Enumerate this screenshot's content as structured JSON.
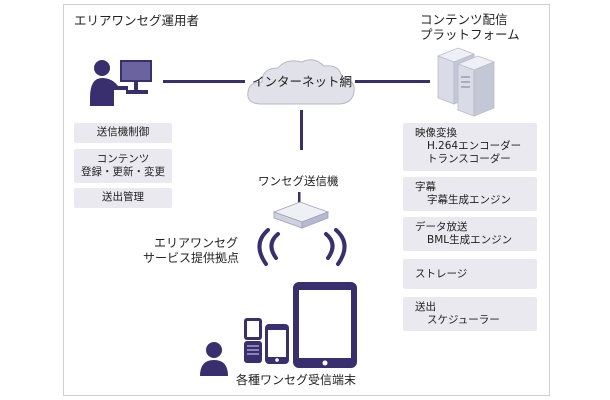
{
  "operator": {
    "title": "エリアワンセグ運用者"
  },
  "platform": {
    "title_line1": "コンテンツ配信",
    "title_line2": "プラットフォーム"
  },
  "network": {
    "label": "インターネット網"
  },
  "operator_functions": [
    {
      "lines": [
        "送信機制御"
      ]
    },
    {
      "lines": [
        "コンテンツ",
        "登録・更新・変更"
      ]
    },
    {
      "lines": [
        "送出管理"
      ]
    }
  ],
  "platform_functions": [
    {
      "lines": [
        "映像変換",
        "H.264エンコーダー",
        "トランスコーダー"
      ]
    },
    {
      "lines": [
        "字幕",
        "字幕生成エンジン"
      ]
    },
    {
      "lines": [
        "データ放送",
        "BML生成エンジン"
      ]
    },
    {
      "lines": [
        "ストレージ"
      ]
    },
    {
      "lines": [
        "送出",
        "スケジューラー"
      ]
    }
  ],
  "transmitter": {
    "label": "ワンセグ送信機"
  },
  "service_point": {
    "line1": "エリアワンセグ",
    "line2": "サービス提供拠点"
  },
  "receivers": {
    "label": "各種ワンセグ受信端末"
  },
  "colors": {
    "accent": "#3a2f6e",
    "box_fill": "#e9e9ef",
    "frame": "#cfcfd4",
    "server": "#d9dbe6"
  }
}
